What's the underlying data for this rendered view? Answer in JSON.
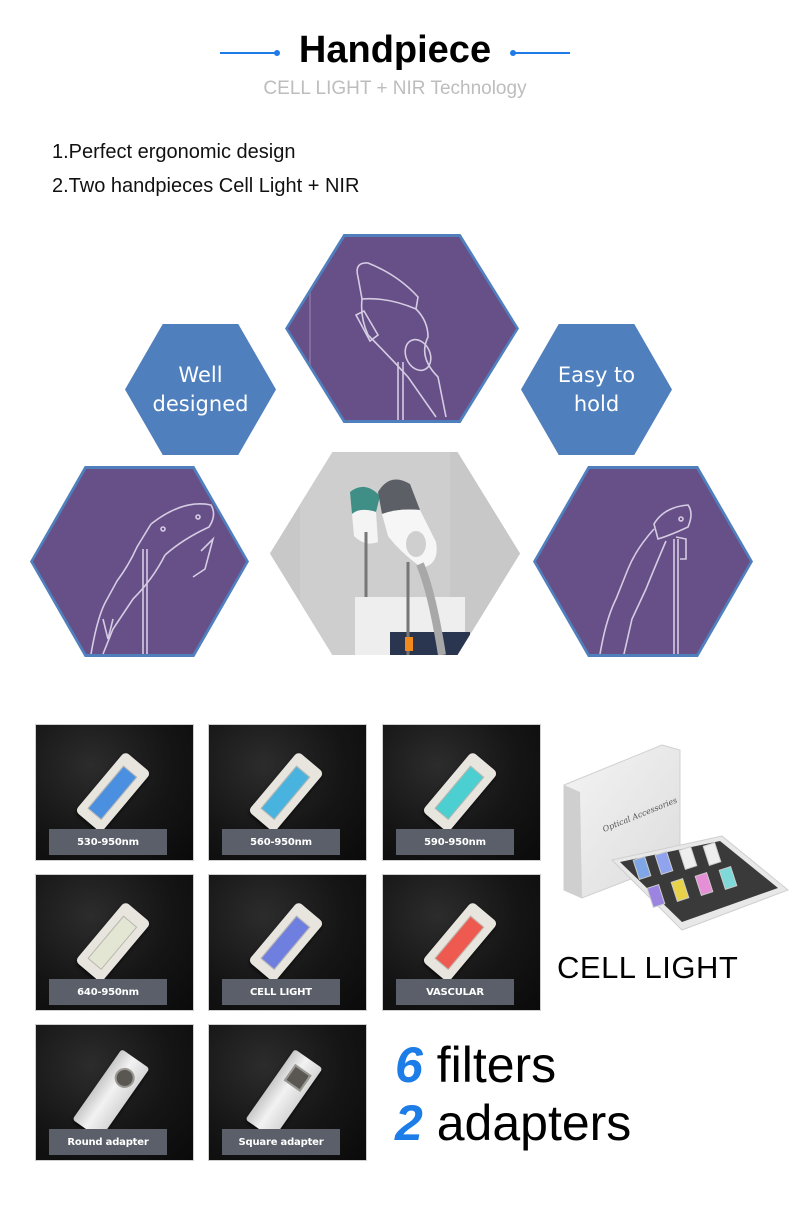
{
  "header": {
    "title": "Handpiece",
    "subtitle": "CELL LIGHT + NIR Technology",
    "accent_color": "#1e7be8"
  },
  "features": [
    "1.Perfect ergonomic design",
    "2.Two handpieces Cell Light + NIR"
  ],
  "hex_grid": {
    "labels": {
      "left": "Well designed",
      "left_line1": "Well",
      "left_line2": "designed",
      "right_line1": "Easy to",
      "right_line2": "hold"
    },
    "colors": {
      "label_hex": "#4f7fbd",
      "illustration_bg": "#674f88"
    },
    "images": [
      "handpiece-sketch-top",
      "handpiece-sketch-left",
      "device-photo-center",
      "handpiece-sketch-right"
    ]
  },
  "filters": {
    "tiles": [
      {
        "label": "530-950nm",
        "glass_color": "#4a8fe0"
      },
      {
        "label": "560-950nm",
        "glass_color": "#49b3e0"
      },
      {
        "label": "590-950nm",
        "glass_color": "#4ccfd0"
      },
      {
        "label": "640-950nm",
        "glass_color": "#e2e6d2"
      },
      {
        "label": "CELL LIGHT",
        "glass_color": "#6f7fe0"
      },
      {
        "label": "VASCULAR",
        "glass_color": "#ee5a4f"
      }
    ],
    "adapters": [
      {
        "label": "Round adapter",
        "shape": "round"
      },
      {
        "label": "Square adapter",
        "shape": "square"
      }
    ]
  },
  "kit": {
    "box_text": "Optical Accessories",
    "label": "CELL LIGHT"
  },
  "counts": {
    "filters_num": "6",
    "filters_text": "filters",
    "adapters_num": "2",
    "adapters_text": "adapters",
    "num_color": "#1c7ce8"
  }
}
